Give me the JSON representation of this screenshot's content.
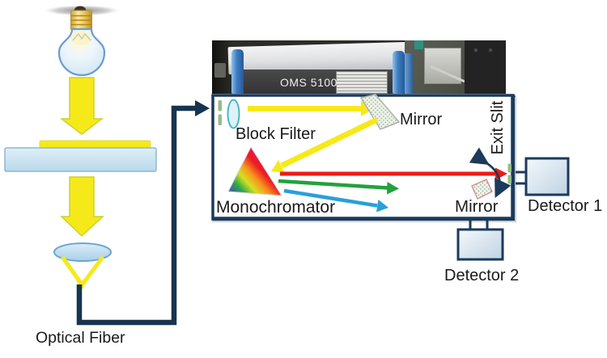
{
  "labels": {
    "optical_fiber": "Optical Fiber",
    "block_filter": "Block Filter",
    "monochromator": "Monochromator",
    "mirror_top": "Mirror",
    "mirror_bottom": "Mirror",
    "exit_slit": "Exit Slit",
    "detector_1": "Detector 1",
    "detector_2": "Detector 2"
  },
  "photo": {
    "device_label": "OMS 5100"
  },
  "colors": {
    "beam_yellow": "#f6e91a",
    "beam_yellow_edge": "#c9d42c",
    "beam_red": "#ec1c16",
    "beam_green": "#23a13b",
    "beam_blue": "#2b9fd8",
    "fiber_navy": "#16344f",
    "box_border": "#1b3a5c",
    "slit_green": "#94be85",
    "label_color": "#1a1a1a"
  }
}
